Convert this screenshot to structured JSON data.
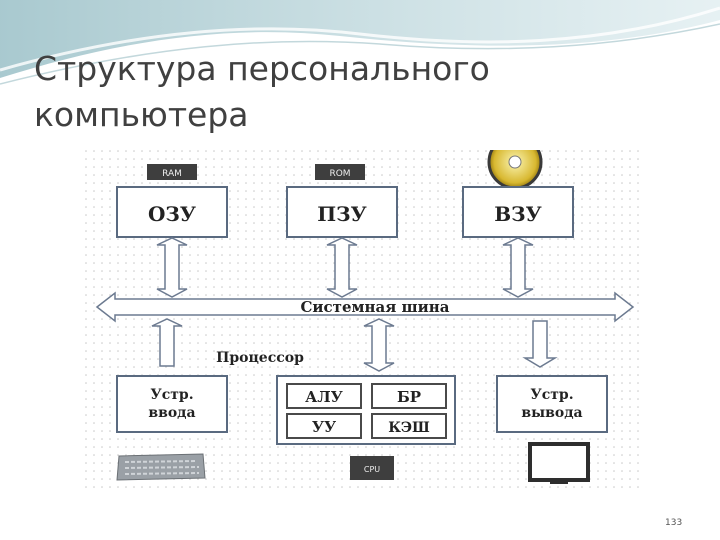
{
  "slide": {
    "title_line1": "Структура персонального",
    "title_line2": "компьютера",
    "page_number": "133"
  },
  "diagram": {
    "chips": {
      "ram": "RAM",
      "rom": "ROM",
      "cpu": "CPU"
    },
    "memory": {
      "ozu": "ОЗУ",
      "pzu": "ПЗУ",
      "vzu": "ВЗУ"
    },
    "bus_label": "Системная шина",
    "processor_label": "Процессор",
    "processor_units": {
      "alu": "АЛУ",
      "br": "БР",
      "uu": "УУ",
      "cache": "КЭШ"
    },
    "input_device": {
      "line1": "Устр.",
      "line2": "ввода"
    },
    "output_device": {
      "line1": "Устр.",
      "line2": "вывода"
    },
    "device_icons": [
      "cd-disc-icon",
      "keyboard-icon",
      "cpu-chip-icon",
      "monitor-icon"
    ]
  },
  "colors": {
    "title": "#404040",
    "box_border": "#5a6a80",
    "arrow_fill": "#ffffff",
    "arrow_stroke": "#6c7a90",
    "grid": "#c8c8c8",
    "header_wave": "#b8d2d8"
  }
}
